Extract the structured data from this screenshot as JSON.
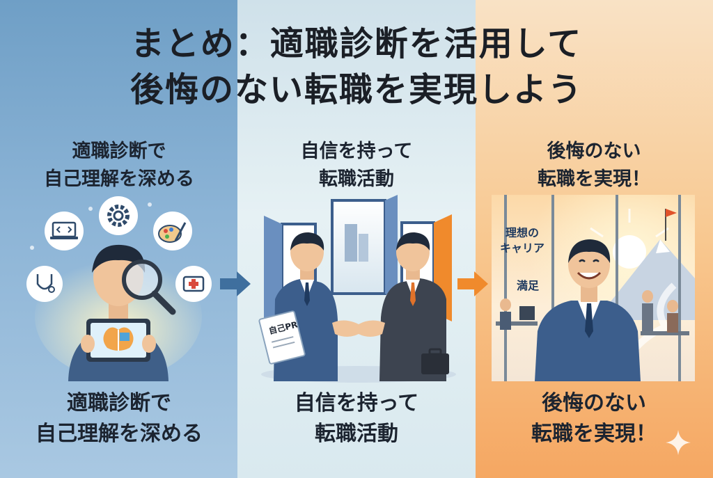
{
  "title": {
    "line1": "まとめ：適職診断を活用して",
    "line2": "後悔のない転職を実現しよう"
  },
  "panels": [
    {
      "heading_lines": [
        "適職診断で",
        "自己理解を深める"
      ],
      "caption_lines": [
        "適職診断で",
        "自己理解を深める"
      ]
    },
    {
      "heading_lines": [
        "自信を持って",
        "転職活動"
      ],
      "caption_lines": [
        "自信を持って",
        "転職活動"
      ],
      "document_label": "自己PR"
    },
    {
      "heading_lines": [
        "後悔のない",
        "転職を実現！"
      ],
      "caption_lines": [
        "後悔のない",
        "転職を実現！"
      ],
      "sign_lines": [
        "理想の",
        "キャリア"
      ],
      "sign_extra": "満足"
    }
  ],
  "colors": {
    "left_bg": "#8cb4d6",
    "middle_bg": "#e6f1f4",
    "right_bg": "#f8c890",
    "arrow_blue": "#3f6f9e",
    "arrow_orange": "#f08a2c",
    "suit": "#3c5e8c"
  },
  "icons": [
    "code-icon",
    "gear-icon",
    "palette-icon",
    "stethoscope-icon",
    "first-aid-icon",
    "magnifier-icon",
    "brain-puzzle-icon",
    "handshake-icon",
    "briefcase-icon",
    "sun-icon",
    "flag-icon",
    "sparkle-icon"
  ]
}
